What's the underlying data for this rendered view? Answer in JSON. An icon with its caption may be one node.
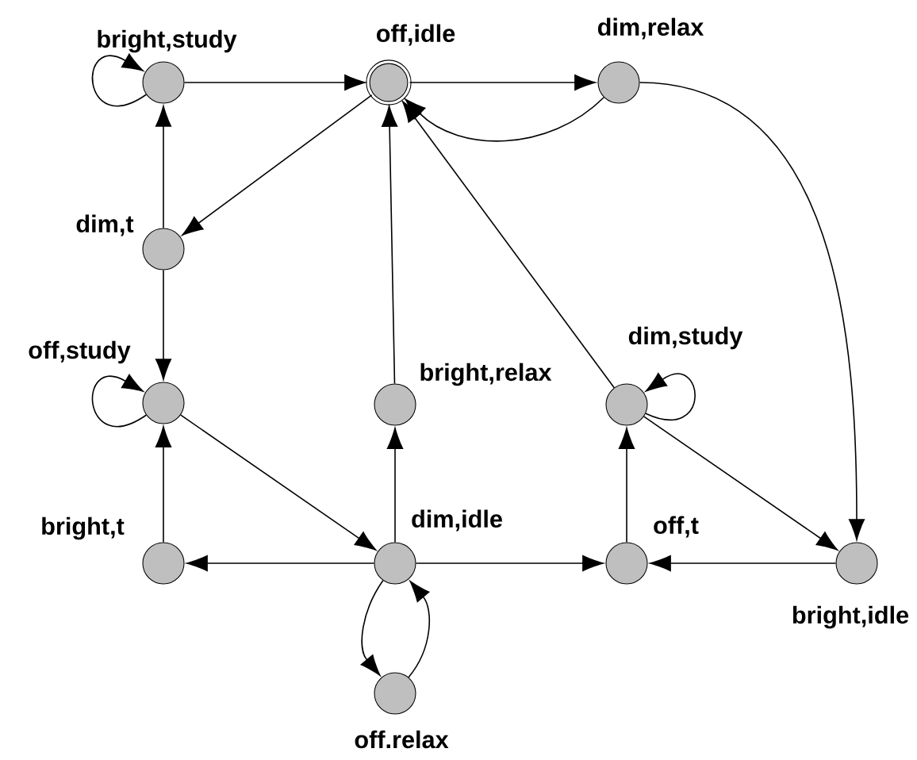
{
  "diagram": {
    "nodes": [
      {
        "text": [
          "bright,study"
        ]
      },
      {
        "text": [
          "off,idle"
        ]
      },
      {
        "text": [
          "dim,relax"
        ]
      },
      {
        "text": [
          "dim,t"
        ]
      },
      {
        "text": [
          "off,study"
        ]
      },
      {
        "text": [
          "bright,relax"
        ]
      },
      {
        "text": [
          "dim,study"
        ]
      },
      {
        "text": [
          "bright,t"
        ]
      },
      {
        "text": [
          "dim,idle"
        ]
      },
      {
        "text": [
          "off,t"
        ]
      },
      {
        "text": [
          "bright,idle"
        ]
      },
      {
        "text": [
          "off.relax"
        ]
      }
    ],
    "edges": [
      {
        "from": 0,
        "to": 0,
        "arrow": "to"
      },
      {
        "from": 0,
        "to": 1,
        "arrow": "to"
      },
      {
        "from": 1,
        "to": 2,
        "arrow": "to"
      },
      {
        "from": 2,
        "to": 1,
        "arrow": "to"
      },
      {
        "from": 1,
        "to": 3,
        "arrow": "to"
      },
      {
        "from": 3,
        "to": 0,
        "arrow": "to"
      },
      {
        "from": 3,
        "to": 4,
        "arrow": "to"
      },
      {
        "from": 4,
        "to": 4,
        "arrow": "to"
      },
      {
        "from": 4,
        "to": 8,
        "arrow": "to"
      },
      {
        "from": 7,
        "to": 4,
        "arrow": "to"
      },
      {
        "from": 8,
        "to": 7,
        "arrow": "to"
      },
      {
        "from": 8,
        "to": 5,
        "arrow": "to"
      },
      {
        "from": 5,
        "to": 1,
        "arrow": "to"
      },
      {
        "from": 8,
        "to": 9,
        "arrow": "to"
      },
      {
        "from": 8,
        "to": 11,
        "arrow": "to"
      },
      {
        "from": 11,
        "to": 8,
        "arrow": "to"
      },
      {
        "from": 9,
        "to": 6,
        "arrow": "to"
      },
      {
        "from": 6,
        "to": 6,
        "arrow": "to"
      },
      {
        "from": 6,
        "to": 10,
        "arrow": "to"
      },
      {
        "from": 10,
        "to": 9,
        "arrow": "to"
      },
      {
        "from": 6,
        "to": 1,
        "arrow": "to"
      },
      {
        "from": 2,
        "to": 10,
        "arrow": "to"
      }
    ]
  }
}
